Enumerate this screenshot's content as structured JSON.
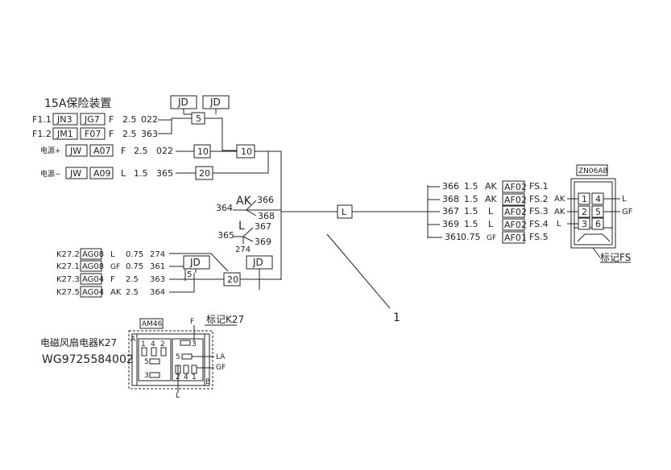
{
  "fuse_block": {
    "title": "15A保险装置",
    "rows": [
      {
        "id": "F1.1",
        "codes": [
          "JN3",
          "JG7"
        ],
        "color": "F",
        "gauge": "2.5",
        "wire": "022"
      },
      {
        "id": "F1.2",
        "codes": [
          "JM1",
          "F07"
        ],
        "color": "F",
        "gauge": "2.5",
        "wire": "363"
      },
      {
        "id": "电源+",
        "codes": [
          "JW",
          "A07"
        ],
        "color": "F",
        "gauge": "2.5",
        "wire": "022"
      },
      {
        "id": "电源−",
        "codes": [
          "JW",
          "A09"
        ],
        "color": "L",
        "gauge": "1.5",
        "wire": "365"
      }
    ]
  },
  "junctions": {
    "jd": "JD",
    "n5": "5",
    "n10": "10",
    "n20": "20",
    "l": "L"
  },
  "branches": {
    "ak": "AK",
    "ak_in": "364",
    "ak_a": "366",
    "ak_b": "368",
    "l": "L",
    "l_in": "365",
    "l_a": "367",
    "l_b": "369",
    "l_c": "274"
  },
  "relay_block": {
    "rows": [
      {
        "id": "K27.2",
        "code": "AG08",
        "color": "L",
        "gauge": "0.75",
        "wire": "274"
      },
      {
        "id": "K27.1",
        "code": "AG08",
        "color": "GF",
        "gauge": "0.75",
        "wire": "361"
      },
      {
        "id": "K27.3",
        "code": "AG04",
        "color": "F",
        "gauge": "2.5",
        "wire": "363"
      },
      {
        "id": "K27.5",
        "code": "AG04",
        "color": "AK",
        "gauge": "2.5",
        "wire": "364"
      }
    ]
  },
  "fs_block": {
    "rows": [
      {
        "wire": "366",
        "gauge": "1.5",
        "color": "AK",
        "code": "AF02",
        "pin": "FS.1"
      },
      {
        "wire": "368",
        "gauge": "1.5",
        "color": "AK",
        "code": "AF02",
        "pin": "FS.2"
      },
      {
        "wire": "367",
        "gauge": "1.5",
        "color": "L",
        "code": "AF02",
        "pin": "FS.3"
      },
      {
        "wire": "369",
        "gauge": "1.5",
        "color": "L",
        "code": "AF02",
        "pin": "FS.4"
      },
      {
        "wire": "361",
        "gauge": "0.75",
        "color": "GF",
        "code": "AF01",
        "pin": "FS.5"
      }
    ]
  },
  "connector_fs": {
    "name": "ZN06AB",
    "pins": [
      "1",
      "4",
      "2",
      "5",
      "3",
      "6"
    ],
    "left_labels": [
      "AK",
      "AK",
      "L"
    ],
    "right_labels": [
      "L",
      "GF"
    ],
    "mark": "标记FS"
  },
  "callout": "1",
  "relay_connector": {
    "name": "AM46",
    "mark": "标记K27",
    "corner_a": "A",
    "corner_b": "B",
    "f_label": "F",
    "l_label": "L",
    "la_label": "LA",
    "gf_label": "GF",
    "inner_pins_left": [
      "1",
      "4",
      "2"
    ],
    "inner_pin_5": "5",
    "inner_pin_3": "3",
    "right_pin_3": "3",
    "right_pin_5": "5",
    "bottom_pins": [
      "2",
      "4",
      "1"
    ]
  },
  "part": {
    "name": "电磁风扇电器K27",
    "number": "WG9725584002"
  }
}
